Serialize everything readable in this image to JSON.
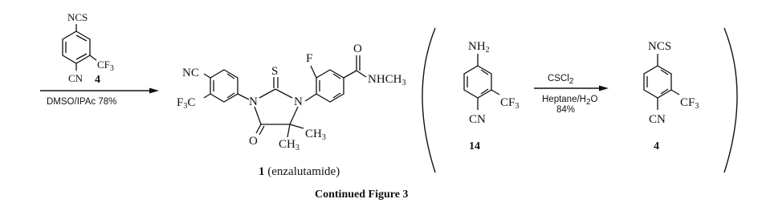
{
  "reaction_1": {
    "reagent_structure": {
      "top_group": "NCS",
      "side_group": "CF",
      "side_group_sub": "3",
      "bottom_group": "CN",
      "label": "4"
    },
    "conditions_below_arrow": "DMSO/IPAc 78%"
  },
  "product": {
    "groups": {
      "nitrile": "NC",
      "trifluoromethyl_main": "F",
      "trifluoromethyl_sub": "3",
      "trifluoromethyl_tail": "C",
      "thione": "S",
      "n_left": "N",
      "n_right": "N",
      "carbonyl_o": "O",
      "methyl": "CH",
      "methyl_sub": "3",
      "fluoro": "F",
      "amide_o": "O",
      "amide": "NHCH",
      "amide_sub": "3"
    },
    "label_number": "1",
    "label_name": "(enzalutamide)"
  },
  "reaction_2": {
    "starting_material": {
      "top_group": "NH",
      "top_group_sub": "2",
      "side_group": "CF",
      "side_group_sub": "3",
      "bottom_group": "CN",
      "label": "14"
    },
    "reagent_above_arrow": "CSCl",
    "reagent_above_arrow_sub": "2",
    "conditions_below_arrow_line1": "Heptane/H",
    "conditions_below_arrow_line1_sub": "2",
    "conditions_below_arrow_line1_tail": "O",
    "conditions_below_arrow_line2": "84%",
    "product": {
      "top_group": "NCS",
      "side_group": "CF",
      "side_group_sub": "3",
      "bottom_group": "CN",
      "label": "4"
    }
  },
  "caption": "Continued Figure 3"
}
